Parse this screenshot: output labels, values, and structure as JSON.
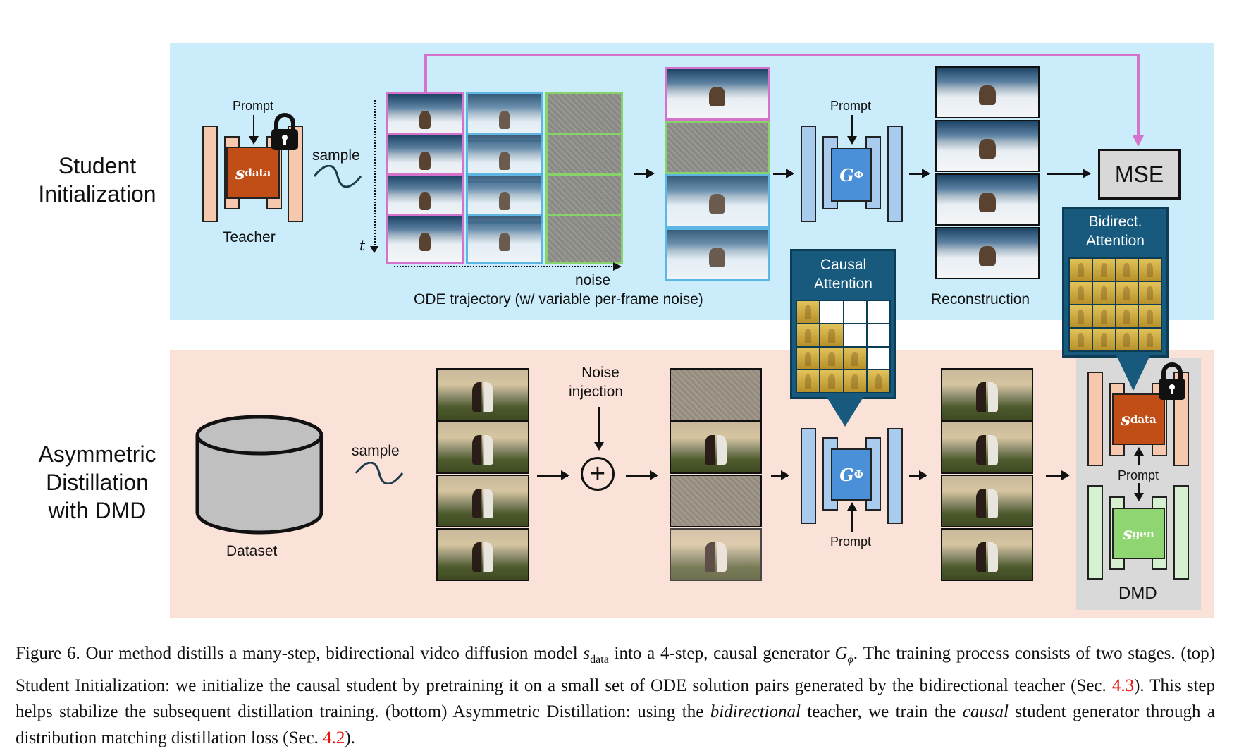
{
  "top_stage": {
    "label_line1": "Student",
    "label_line2": "Initialization",
    "teacher": {
      "prompt": "Prompt",
      "model": "s",
      "model_sub": "data",
      "label": "Teacher",
      "locked": true
    },
    "sample_label": "sample",
    "time_axis": "t",
    "noise_axis": "noise",
    "trajectory_label": "ODE trajectory (w/ variable per-frame noise)",
    "trajectory_columns": [
      "clean",
      "partially-noisy",
      "pure-noise"
    ],
    "student": {
      "prompt": "Prompt",
      "model": "G",
      "model_sub": "Φ"
    },
    "reconstruction_label": "Reconstruction",
    "loss_label": "MSE"
  },
  "bottom_stage": {
    "label_line1": "Asymmetric",
    "label_line2": "Distillation",
    "label_line3": "with DMD",
    "dataset_label": "Dataset",
    "sample_label": "sample",
    "noise_injection_line1": "Noise",
    "noise_injection_line2": "injection",
    "plus_symbol": "+",
    "student": {
      "prompt": "Prompt",
      "model": "G",
      "model_sub": "Φ"
    },
    "dmd": {
      "label": "DMD",
      "prompt": "Prompt",
      "real_score": {
        "model": "s",
        "model_sub": "data",
        "locked": true
      },
      "fake_score": {
        "model": "s",
        "model_sub": "gen"
      }
    }
  },
  "callouts": {
    "causal": {
      "line1": "Causal",
      "line2": "Attention",
      "mask": [
        [
          1,
          0,
          0,
          0
        ],
        [
          1,
          1,
          0,
          0
        ],
        [
          1,
          1,
          1,
          0
        ],
        [
          1,
          1,
          1,
          1
        ]
      ]
    },
    "bidirectional": {
      "line1": "Bidirect.",
      "line2": "Attention",
      "mask": [
        [
          1,
          1,
          1,
          1
        ],
        [
          1,
          1,
          1,
          1
        ],
        [
          1,
          1,
          1,
          1
        ],
        [
          1,
          1,
          1,
          1
        ]
      ]
    }
  },
  "colors": {
    "top_panel": "#cbecfb",
    "bottom_panel": "#fbe2d9",
    "teacher_core": "#c24e17",
    "student_core": "#4a90d9",
    "gen_core": "#8fd672",
    "mse_arrow": "#d572cc",
    "callout": "#175a7e",
    "link_ref": "#e8140c"
  },
  "caption": {
    "prefix": "Figure 6.",
    "text1": " Our method distills a many-step, bidirectional video diffusion model ",
    "sym1": "s",
    "sym1_sub": "data",
    "text2": " into a 4-step, causal generator ",
    "sym2": "G",
    "sym2_sub": "ϕ",
    "text3": ". The training process consists of two stages. (top) Student Initialization: we initialize the causal student by pretraining it on a small set of ODE solution pairs generated by the bidirectional teacher (Sec. ",
    "ref1": "4.3",
    "text4": "). This step helps stabilize the subsequent distillation training. (bottom) Asymmetric Distillation: using the ",
    "em1": "bidirectional",
    "text5": " teacher, we train the ",
    "em2": "causal",
    "text6": " student generator through a distribution matching distillation loss (Sec. ",
    "ref2": "4.2",
    "text7": ")."
  }
}
